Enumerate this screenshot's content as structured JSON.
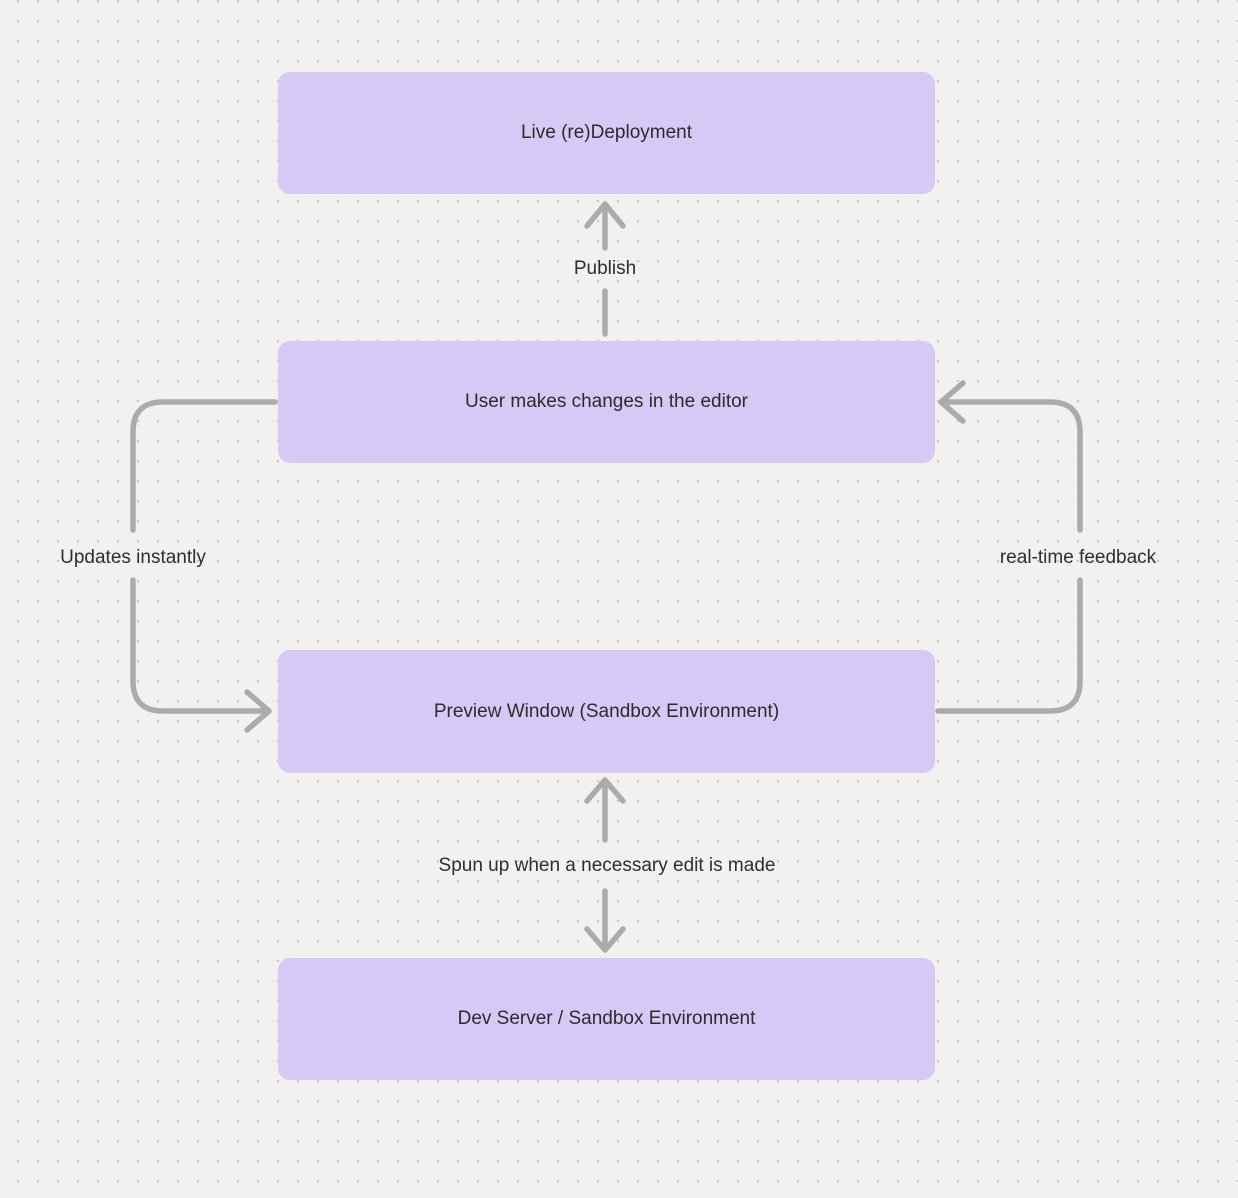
{
  "diagram": {
    "nodes": [
      {
        "id": "live-redeployment",
        "label": "Live (re)Deployment"
      },
      {
        "id": "editor",
        "label": "User makes changes in the editor"
      },
      {
        "id": "preview-window",
        "label": "Preview Window (Sandbox Environment)"
      },
      {
        "id": "dev-server",
        "label": "Dev Server / Sandbox Environment"
      }
    ],
    "edges": [
      {
        "id": "publish",
        "label": "Publish",
        "from": "editor",
        "to": "live-redeployment",
        "direction": "up"
      },
      {
        "id": "updates-instantly",
        "label": "Updates instantly",
        "from": "editor",
        "to": "preview-window",
        "direction": "left-loop-down"
      },
      {
        "id": "real-time-feedback",
        "label": "real-time feedback",
        "from": "preview-window",
        "to": "editor",
        "direction": "right-loop-up"
      },
      {
        "id": "spun-up",
        "label": "Spun up when a necessary edit is made",
        "from": "preview-window",
        "to": "dev-server",
        "direction": "both"
      }
    ],
    "colors": {
      "background": "#f2f1f0",
      "dot": "#c8c7c5",
      "node_fill": "#d6c9f5",
      "node_text": "#2b2b2b",
      "label_text": "#2f2e2d",
      "arrow": "#acaba9"
    }
  }
}
